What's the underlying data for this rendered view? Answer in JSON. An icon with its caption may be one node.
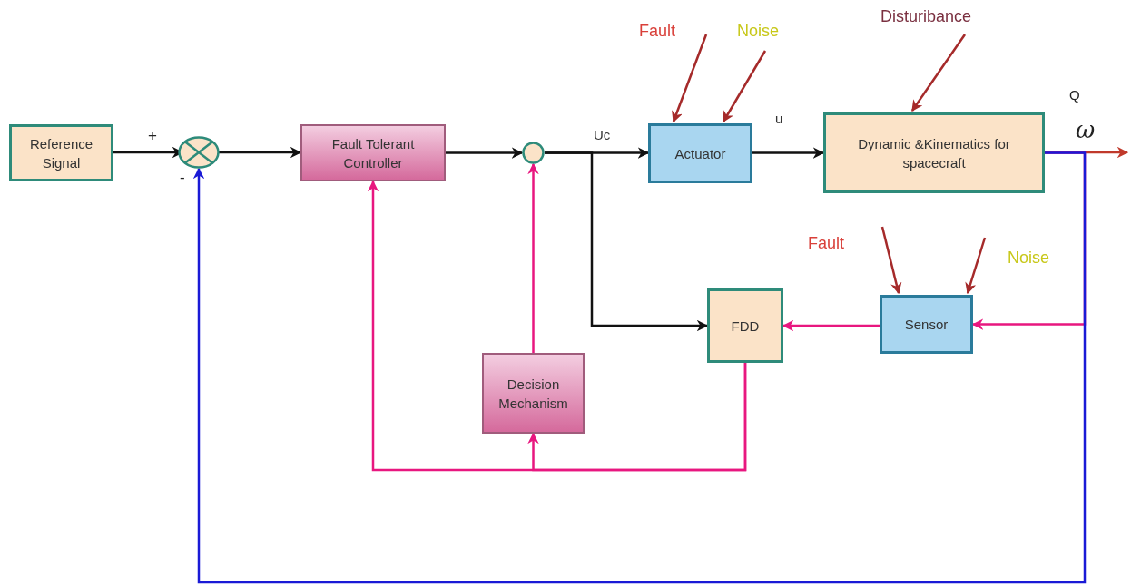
{
  "diagram": {
    "nodes": [
      {
        "text": [
          "Reference Signal"
        ]
      },
      {
        "text": [],
        "shape": "circle"
      },
      {
        "text": [
          "Fault Tolerant Controller"
        ]
      },
      {
        "text": [],
        "shape": "circle"
      },
      {
        "text": [
          "Actuator"
        ]
      },
      {
        "text": [
          "Dynamic &Kinematics for spacecraft"
        ]
      },
      {
        "text": [
          "FDD"
        ]
      },
      {
        "text": [
          "Sensor"
        ]
      },
      {
        "text": [
          "Decision Mechanism"
        ]
      },
      {
        "text": [
          "Fault"
        ]
      },
      {
        "text": [
          "Noise"
        ]
      },
      {
        "text": [
          "Disturibance"
        ]
      },
      {
        "text": [
          "Fault"
        ]
      },
      {
        "text": [
          "Noise"
        ]
      }
    ],
    "edges": [
      {
        "from": 0,
        "to": 1,
        "arrow": "to"
      },
      {
        "from": 1,
        "to": 2,
        "arrow": "to"
      },
      {
        "from": 2,
        "to": 3,
        "arrow": "to"
      },
      {
        "from": 3,
        "to": 4,
        "arrow": "to",
        "label": "Uc"
      },
      {
        "from": 3,
        "to": 6,
        "arrow": "to"
      },
      {
        "from": 4,
        "to": 5,
        "arrow": "to",
        "label": "u"
      },
      {
        "from": 5,
        "to": null,
        "arrow": "to",
        "color": "#c0392b"
      },
      {
        "from": 5,
        "to": 7,
        "arrow": "to",
        "color": "#e8177f"
      },
      {
        "from": 5,
        "to": 1,
        "arrow": "to",
        "color": "#1a1ad6"
      },
      {
        "from": 7,
        "to": 6,
        "arrow": "to",
        "color": "#e8177f"
      },
      {
        "from": 6,
        "to": 2,
        "arrow": "to",
        "color": "#e8177f"
      },
      {
        "from": 6,
        "to": 8,
        "arrow": "to",
        "color": "#e8177f"
      },
      {
        "from": 8,
        "to": 3,
        "arrow": "to",
        "color": "#e8177f"
      },
      {
        "from": 9,
        "to": 4,
        "arrow": "to",
        "color": "#a52a2a"
      },
      {
        "from": 10,
        "to": 4,
        "arrow": "to",
        "color": "#a52a2a"
      },
      {
        "from": 11,
        "to": 5,
        "arrow": "to",
        "color": "#a52a2a"
      },
      {
        "from": 12,
        "to": 7,
        "arrow": "to",
        "color": "#a52a2a"
      },
      {
        "from": 13,
        "to": 7,
        "arrow": "to",
        "color": "#a52a2a"
      }
    ],
    "labels": [
      "+",
      "-",
      "Q",
      "ω"
    ]
  }
}
